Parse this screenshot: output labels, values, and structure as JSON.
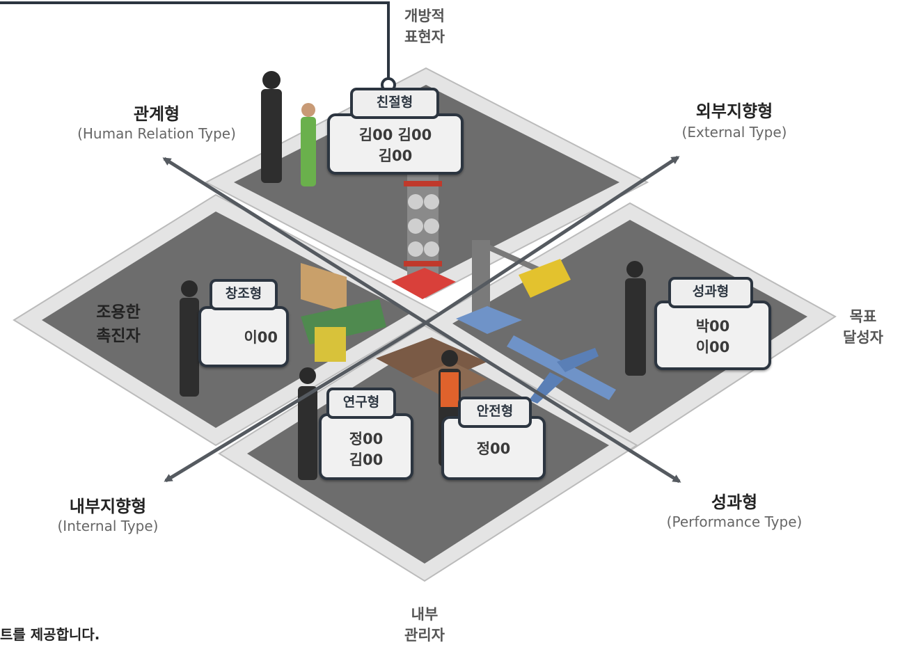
{
  "poles": {
    "top": [
      "개방적",
      "표현자"
    ],
    "right": [
      "목표",
      "달성자"
    ],
    "bottom": [
      "내부",
      "관리자"
    ],
    "left": [
      "조용한",
      "촉진자"
    ]
  },
  "quadrant_labels": {
    "top_left": {
      "title": "관계형",
      "subtitle": "(Human Relation Type)"
    },
    "top_right": {
      "title": "외부지향형",
      "subtitle": "(External Type)"
    },
    "bottom_left": {
      "title": "내부지향형",
      "subtitle": "(Internal Type)"
    },
    "bottom_right": {
      "title": "성과형",
      "subtitle": "(Performance Type)"
    }
  },
  "cards": {
    "friendly": {
      "tag": "친절형",
      "names": [
        "김00 김00",
        "김00"
      ]
    },
    "creative": {
      "tag": "창조형",
      "names": [
        "이00"
      ]
    },
    "achievement": {
      "tag": "성과형",
      "names": [
        "박00",
        "이00"
      ]
    },
    "research": {
      "tag": "연구형",
      "names": [
        "정00",
        "김00"
      ]
    },
    "safety": {
      "tag": "안전형",
      "names": [
        "정00"
      ]
    }
  },
  "footer_note": "트를 제공합니다.",
  "colors": {
    "tile_frame": "#d6d6d6",
    "tile_floor": "#6b6b6b",
    "arrow": "#555a60",
    "card_border": "#2c3540",
    "card_fill": "#f1f1f1"
  }
}
